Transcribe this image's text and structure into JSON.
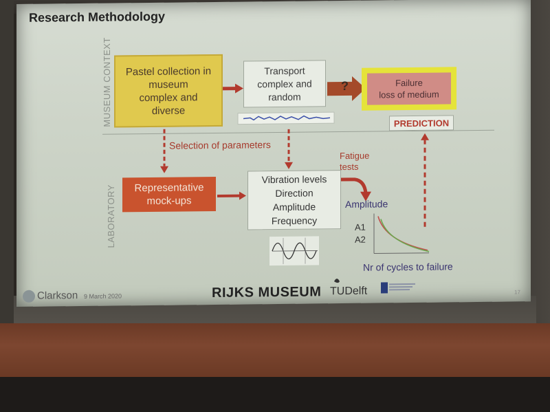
{
  "slide": {
    "title": "Research Methodology",
    "side_labels": {
      "museum": "MUSEUM CONTEXT",
      "lab": "LABORATORY"
    },
    "boxes": {
      "pastel": "Pastel collection in\nmuseum\ncomplex and\ndiverse",
      "transport": "Transport\ncomplex and\nrandom",
      "failure": "Failure\nloss of medium",
      "prediction": "PREDICTION",
      "mockups": "Representative\nmock-ups",
      "vibration": "Vibration levels\nDirection\nAmplitude\nFrequency"
    },
    "question_mark": "?",
    "selection_label": "Selection of parameters",
    "fatigue_label": "Fatigue\ntests",
    "graph": {
      "ylabel": "Amplitude",
      "xlabel": "Nr of cycles to failure",
      "a1": "A1",
      "a2": "A2"
    },
    "footer": {
      "clarkson": "Clarkson",
      "date": "9 March 2020",
      "rijks": "RIJKS MUSEUM",
      "tudelft": "TUDelft",
      "page": "17"
    }
  },
  "colors": {
    "pastel_fill": "#e0c94e",
    "failure_fill": "#d08c86",
    "failure_border": "#e5e33a",
    "mockup_fill": "#c9532e",
    "arrow": "#b23a2e"
  }
}
